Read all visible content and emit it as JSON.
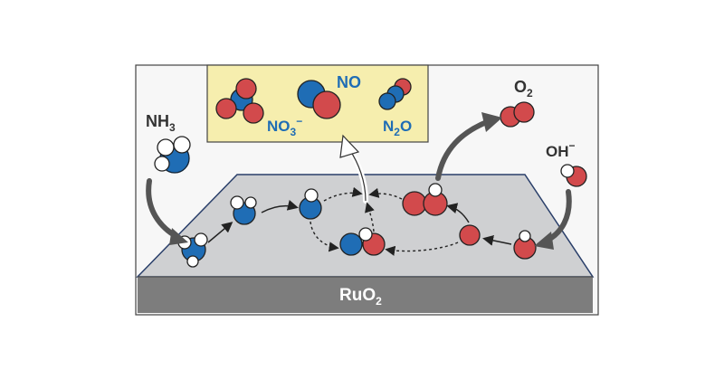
{
  "colors": {
    "nitrogen": "#1f6db5",
    "oxygen": "#d24a4c",
    "hydrogen": "#ffffff",
    "product_box": "#f6eeae",
    "label_blue": "#1f6db5",
    "label_dark": "#333333",
    "surface_top": "#cfd0d2",
    "surface_side": "#7a7a7a",
    "arrow_gray": "#555555"
  },
  "labels": {
    "nh3": {
      "base": "NH",
      "sub": "3"
    },
    "no": "NO",
    "no3": {
      "base": "NO",
      "sub": "3",
      "sup": "−"
    },
    "n2o": {
      "base": "N",
      "sub": "2",
      "tail": "O"
    },
    "o2": {
      "base": "O",
      "sub": "2"
    },
    "oh": {
      "base": "OH",
      "sup": "−"
    },
    "catalyst": {
      "base": "RuO",
      "sub": "2"
    }
  },
  "icons": {
    "reactant_molecule": "ammonia-molecule-icon",
    "oxygen_molecule": "oxygen-molecule-icon",
    "hydroxide_molecule": "hydroxide-molecule-icon"
  }
}
